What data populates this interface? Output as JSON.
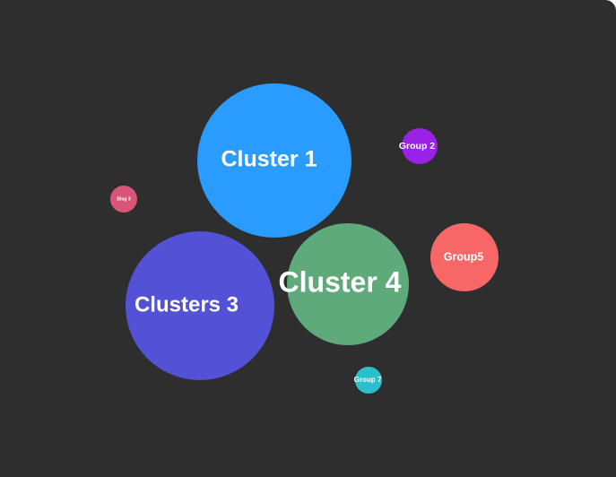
{
  "background_color": "#2e2e2e",
  "bubbles": [
    {
      "id": "cluster-1",
      "label": "Cluster 1",
      "color": "#2a9bff"
    },
    {
      "id": "group-2",
      "label": "Group 2",
      "color": "#9a22e6"
    },
    {
      "id": "blog-3",
      "label": "Blog 3",
      "color": "#d85579"
    },
    {
      "id": "clusters-3",
      "label": "Clusters 3",
      "color": "#5352d6"
    },
    {
      "id": "cluster-4",
      "label": "Cluster 4",
      "color": "#5faa7b"
    },
    {
      "id": "group5",
      "label": "Group5",
      "color": "#f86767"
    },
    {
      "id": "group-7",
      "label": "Group 7",
      "color": "#2bbfca"
    }
  ]
}
